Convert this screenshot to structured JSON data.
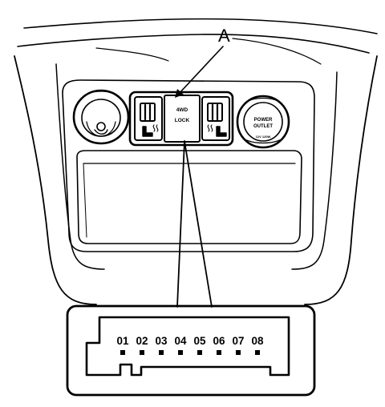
{
  "callout": {
    "label": "A"
  },
  "switch_panel": {
    "center_switch_line1": "4WD",
    "center_switch_line2": "LOCK",
    "power_outlet_line1": "POWER",
    "power_outlet_line2": "OUTLET",
    "power_outlet_line3": "12V  120W",
    "left_switch_icon": "heated-seat-icon",
    "right_switch_icon": "heated-seat-icon"
  },
  "connector": {
    "pins": [
      "01",
      "02",
      "03",
      "04",
      "05",
      "06",
      "07",
      "08"
    ]
  }
}
